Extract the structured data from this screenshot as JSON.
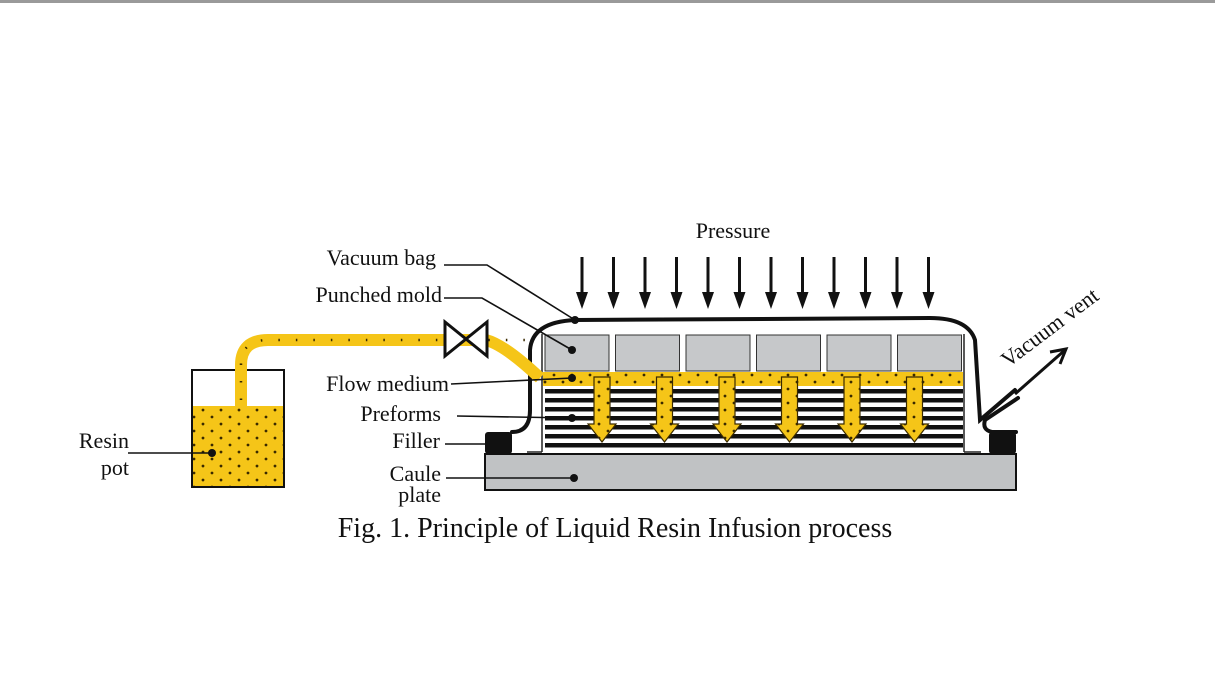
{
  "figure": {
    "caption": "Fig. 1. Principle of Liquid Resin Infusion process",
    "labels": {
      "pressure": "Pressure",
      "vacuum_bag": "Vacuum bag",
      "punched_mold": "Punched mold",
      "flow_medium": "Flow medium",
      "preforms": "Preforms",
      "filler": "Filler",
      "caule": "Caule",
      "plate": "plate",
      "resin": "Resin",
      "pot": "pot",
      "vacuum_vent": "Vacuum vent"
    },
    "colors": {
      "resin": "#f5c518",
      "mold": "#c6c8ca",
      "plate": "#c0c2c4",
      "outline": "#111111"
    },
    "pressure_arrow_count": 12,
    "flow_arrow_count": 6,
    "mold_blocks": 6,
    "preform_layers": 7
  }
}
